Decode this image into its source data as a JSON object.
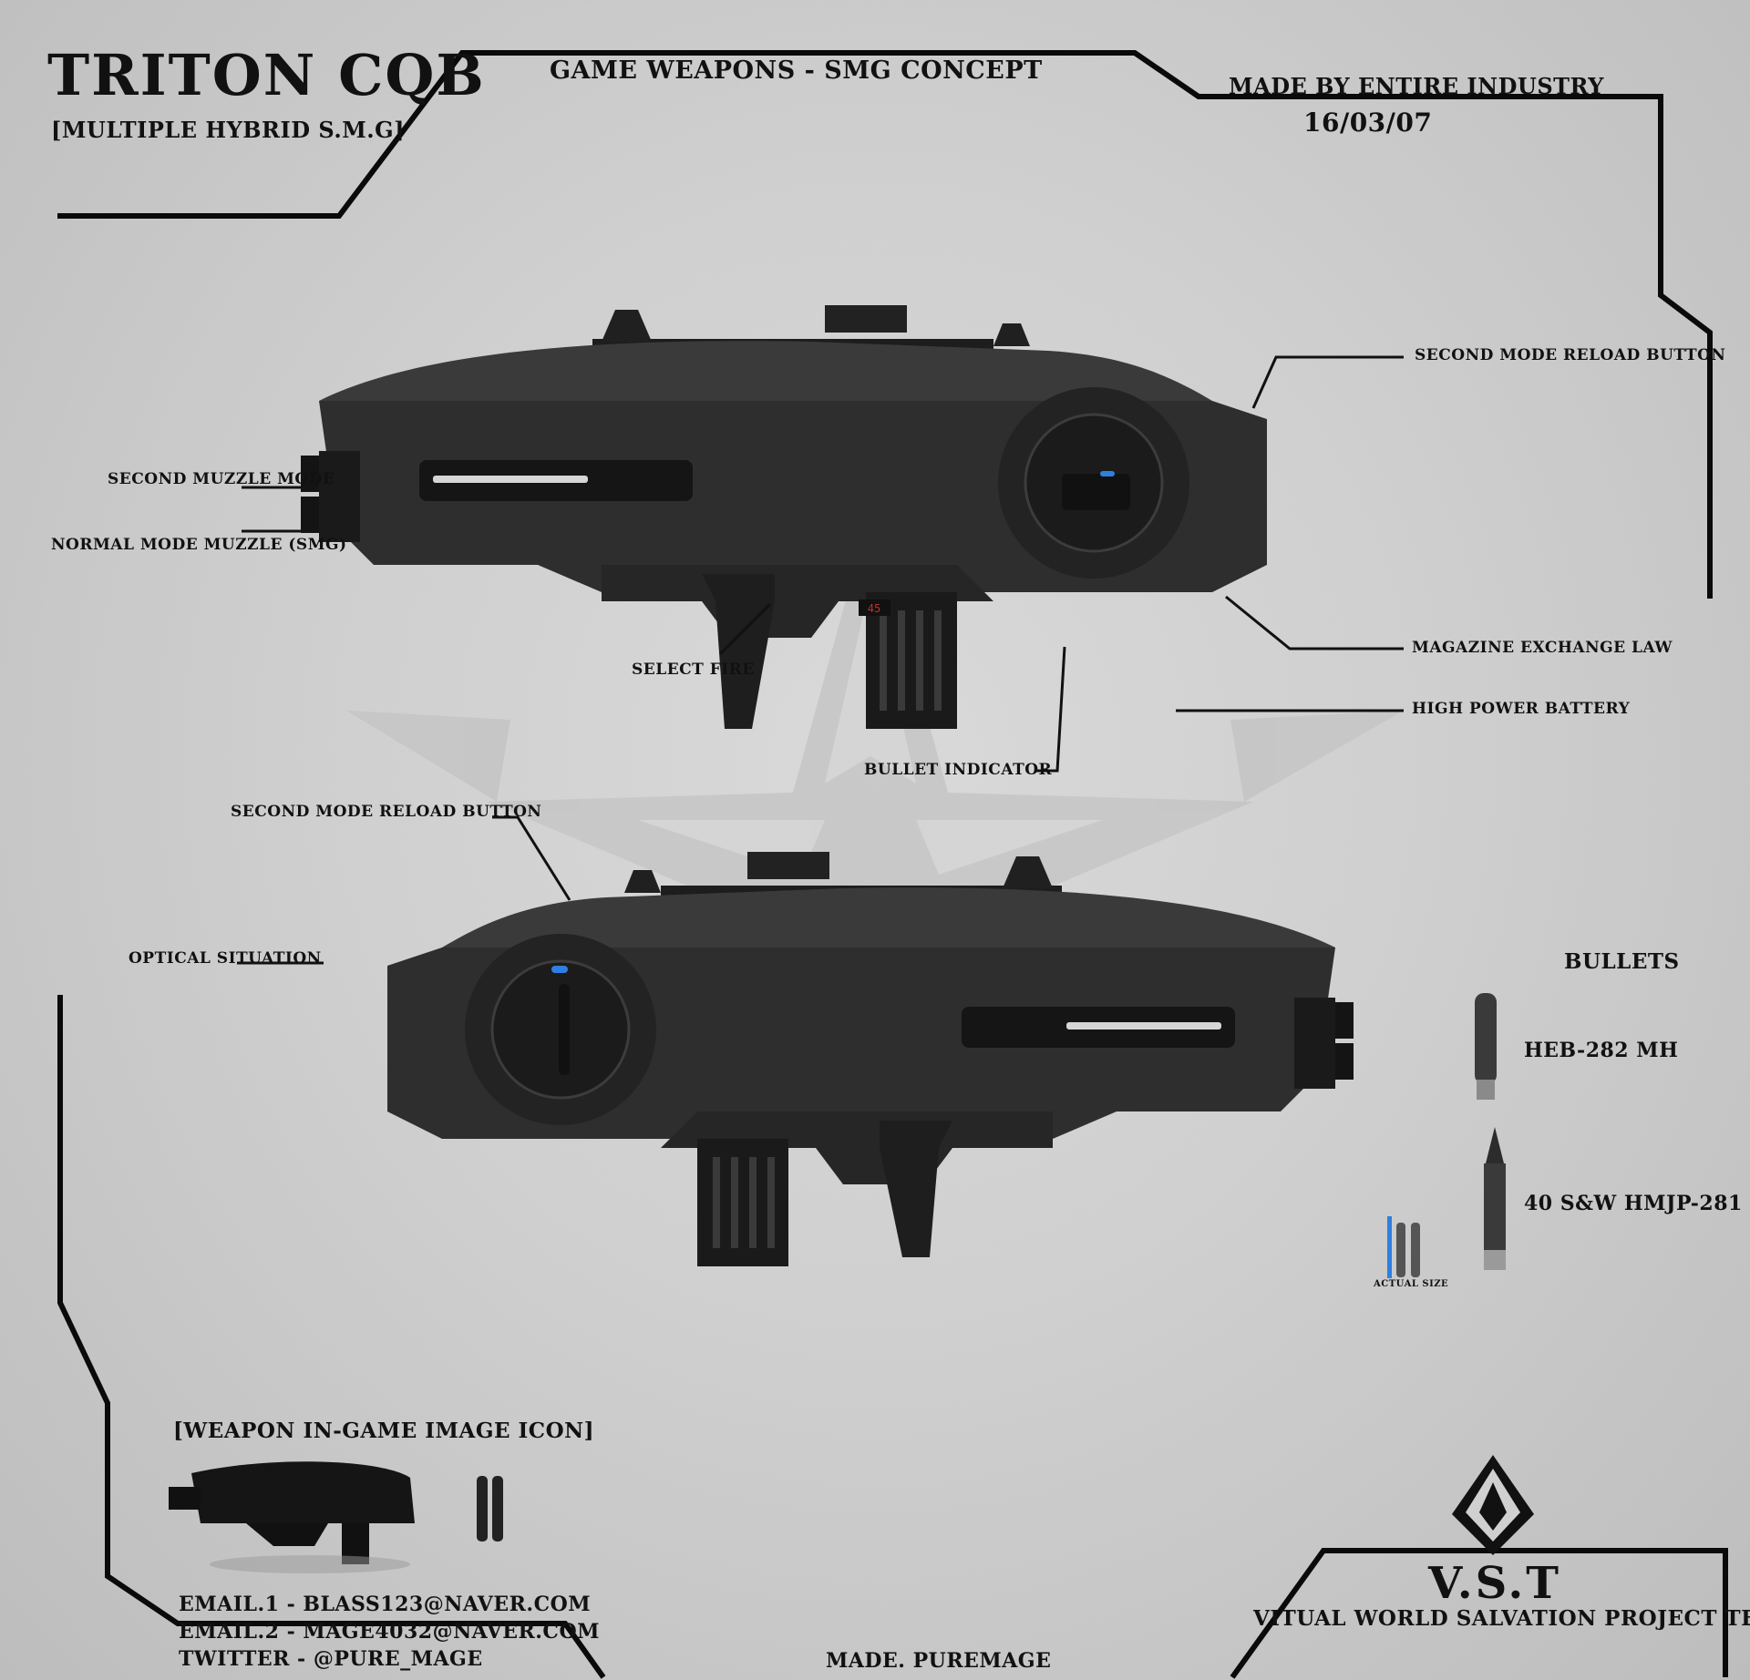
{
  "header": {
    "title": "TRITON CQB",
    "subtitle": "[MULTIPLE HYBRID S.M.G]",
    "concept": "GAME WEAPONS - SMG CONCEPT",
    "made_by": "MADE BY ENTIRE INDUSTRY",
    "date": "16/03/07"
  },
  "callouts_top": {
    "second_muzzle_mode": "SECOND MUZZLE MODE",
    "normal_mode_muzzle": "NORMAL MODE MUZZLE (SMG)",
    "second_mode_reload_button": "SECOND MODE RELOAD BUTTON",
    "select_fire": "SELECT FIRE",
    "magazine_exchange_law": "MAGAZINE EXCHANGE LAW",
    "high_power_battery": "HIGH POWER BATTERY",
    "bullet_indicator": "BULLET INDICATOR",
    "indicator_display": "45"
  },
  "callouts_bottom": {
    "second_mode_reload_button": "SECOND MODE RELOAD BUTTON",
    "optical_situation": "OPTICAL SITUATION"
  },
  "bullets": {
    "heading": "BULLETS",
    "items": [
      "HEB-282 MH",
      "40 S&W HMJP-281"
    ],
    "actual_size_label": "ACTUAL SIZE"
  },
  "icon_section": {
    "heading": "[WEAPON IN-GAME IMAGE ICON]"
  },
  "contacts": [
    "EMAIL.1 - BLASS123@NAVER.COM",
    "EMAIL.2 - MAGE4032@NAVER.COM",
    "TWITTER - @PURE_MAGE"
  ],
  "footer": {
    "made": "MADE. PUREMAGE",
    "logo_text": "V.S.T",
    "team": "VITUAL WORLD SALVATION PROJECT TEAM"
  },
  "colors": {
    "frame": "#0a0a0a",
    "gun_body": "#2e2e2e",
    "gun_dark": "#161616",
    "accent_blue": "#2f7fe0",
    "indicator_red": "#c0302a",
    "watermark": "#c4c4c4"
  }
}
